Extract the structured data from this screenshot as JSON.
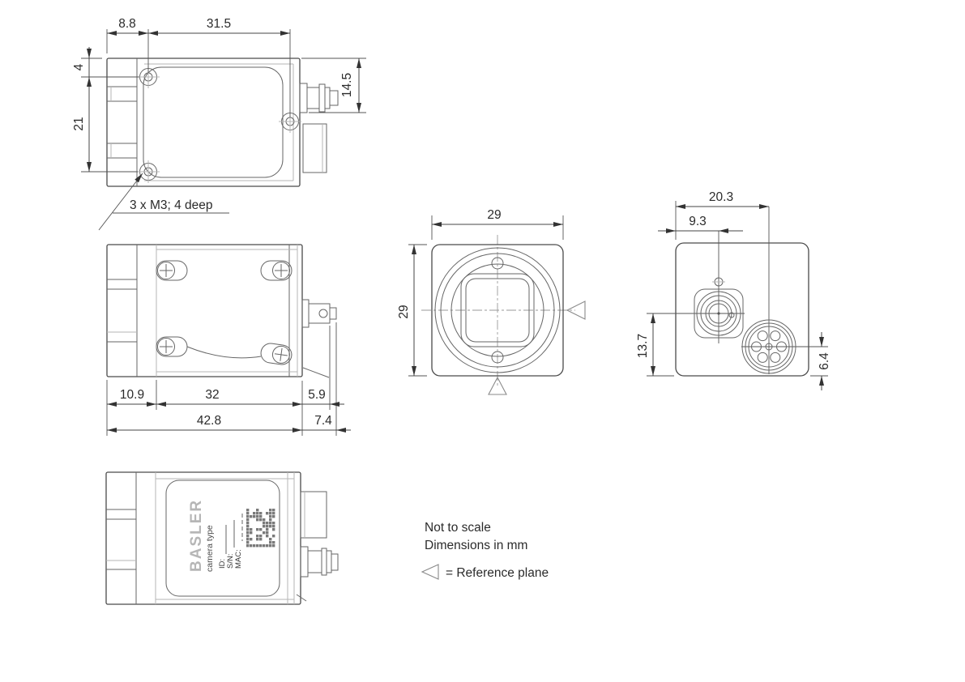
{
  "notes": {
    "line1": "Not to scale",
    "line2": "Dimensions in mm",
    "legend_equals": "= Reference plane"
  },
  "annotations": {
    "screw_note": "3 x M3; 4 deep"
  },
  "views": {
    "top": {
      "dims": {
        "d_8_8": "8.8",
        "d_31_5": "31.5",
        "d_4": "4",
        "d_21": "21",
        "d_14_5": "14.5"
      }
    },
    "side": {
      "dims": {
        "d_10_9": "10.9",
        "d_32": "32",
        "d_5_9": "5.9",
        "d_42_8": "42.8",
        "d_7_4": "7.4"
      }
    },
    "front": {
      "dims": {
        "width": "29",
        "height": "29"
      }
    },
    "back": {
      "dims": {
        "d_20_3": "20.3",
        "d_9_3": "9.3",
        "d_13_7": "13.7",
        "d_6_4": "6.4"
      }
    },
    "bottom": {
      "label": {
        "brand": "BASLER",
        "camera_type": "camera type",
        "id": "ID:",
        "sn": "S/N:",
        "mac": "MAC:"
      }
    }
  }
}
